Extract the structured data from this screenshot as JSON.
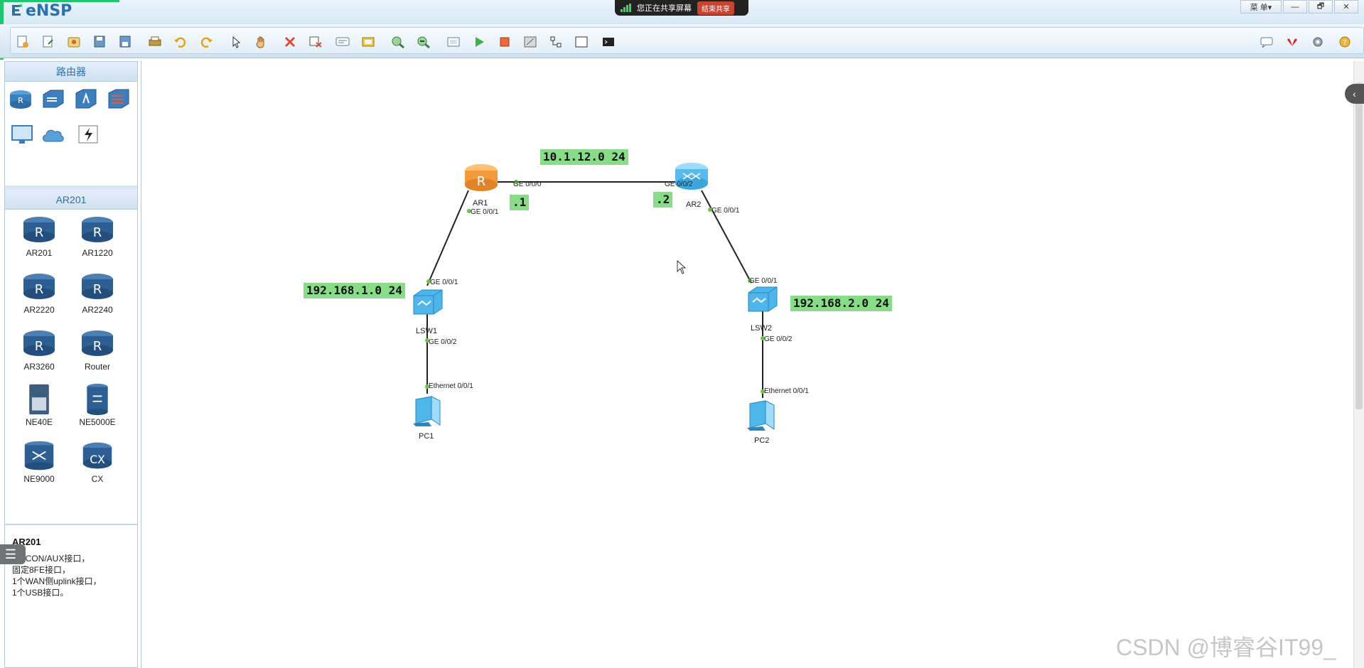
{
  "app": {
    "title": "eNSP"
  },
  "share_banner": {
    "text": "您正在共享屏幕",
    "end_button": "结束共享"
  },
  "window_controls": {
    "menu": "菜 单▾",
    "minimize": "—",
    "restore": "🗗",
    "close": "✕"
  },
  "toolbar": {
    "left_tools": [
      "new-topology-icon",
      "new-example-icon",
      "open-icon",
      "save-icon",
      "save-as-icon",
      "print-icon",
      "undo-icon",
      "redo-icon",
      "select-icon",
      "pan-hand-icon",
      "delete-icon",
      "delete-connection-icon",
      "text-note-icon",
      "palette-icon",
      "zoom-in-icon",
      "zoom-out-icon",
      "fit-icon",
      "start-device-icon",
      "stop-device-icon",
      "capture-icon",
      "topology-icon",
      "display-grid-icon",
      "console-icon"
    ],
    "right_tools": [
      "comment-icon",
      "huawei-icon",
      "settings-icon",
      "help-icon"
    ]
  },
  "palette": {
    "category_header": "路由器",
    "category_icons": [
      "router-category-icon",
      "switch-category-icon",
      "wlan-category-icon",
      "firewall-category-icon",
      "terminal-category-icon",
      "cloud-category-icon",
      "other-devices-icon"
    ],
    "device_header": "AR201",
    "devices": [
      {
        "label": "AR201",
        "icon": "router-icon"
      },
      {
        "label": "AR1220",
        "icon": "router-icon"
      },
      {
        "label": "AR2220",
        "icon": "router-icon"
      },
      {
        "label": "AR2240",
        "icon": "router-icon"
      },
      {
        "label": "AR3260",
        "icon": "router-icon"
      },
      {
        "label": "Router",
        "icon": "router-icon"
      },
      {
        "label": "NE40E",
        "icon": "ne40e-icon"
      },
      {
        "label": "NE5000E",
        "icon": "ne5000e-icon"
      },
      {
        "label": "NE9000",
        "icon": "ne9000-icon"
      },
      {
        "label": "CX",
        "icon": "cx-icon"
      }
    ],
    "info": {
      "title": "AR201",
      "lines": [
        "1个CON/AUX接口，",
        "固定8FE接口，",
        "1个WAN侧uplink接口，",
        "1个USB接口。"
      ]
    }
  },
  "topology": {
    "networks": {
      "wan": "10.1.12.0 24",
      "lan1": "192.168.1.0 24",
      "lan2": "192.168.2.0 24",
      "ar1_ip": ".1",
      "ar2_ip": ".2"
    },
    "nodes": {
      "ar1": "AR1",
      "ar2": "AR2",
      "lsw1": "LSW1",
      "lsw2": "LSW2",
      "pc1": "PC1",
      "pc2": "PC2"
    },
    "ports": {
      "ar1_ge000": "GE 0/0/0",
      "ar1_ge001": "GE 0/0/1",
      "ar2_ge002": "GE 0/0/2",
      "ar2_ge001": "GE 0/0/1",
      "lsw1_ge001": "GE 0/0/1",
      "lsw1_ge002": "GE 0/0/2",
      "lsw2_ge001": "GE 0/0/1",
      "lsw2_ge002": "GE 0/0/2",
      "pc1_eth": "Ethernet 0/0/1",
      "pc2_eth": "Ethernet 0/0/1"
    }
  },
  "watermark": "CSDN @博睿谷IT99_",
  "colors": {
    "accent_green": "#1fc66f",
    "network_label": "#88dc88",
    "router_orange": "#f39a3c",
    "router_blue": "#4fb6ec",
    "link": "#222222"
  }
}
